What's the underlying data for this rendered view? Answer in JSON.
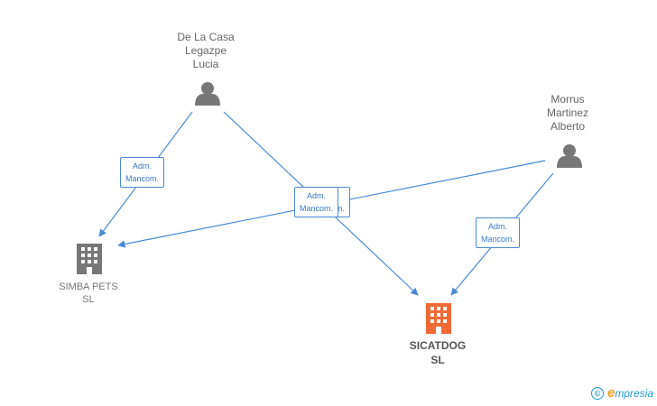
{
  "colors": {
    "edge": "#4a8ad4",
    "person_icon": "#777777",
    "company_icon_grey": "#777777",
    "company_icon_main": "#f06a35",
    "watermark_blue": "#1f9bd1",
    "watermark_orange": "#f39a1d"
  },
  "persons": {
    "de_la_casa": {
      "line1": "De La Casa",
      "line2": "Legazpe",
      "line3": "Lucia",
      "icon": "person-icon"
    },
    "morrus": {
      "line1": "Morrus",
      "line2": "Martinez",
      "line3": "Alberto",
      "icon": "person-icon"
    }
  },
  "companies": {
    "simba": {
      "line1": "SIMBA PETS",
      "line2": "SL",
      "icon": "building-icon"
    },
    "sicatdog": {
      "line1": "SICATDOG",
      "line2": "SL",
      "icon": "building-icon"
    }
  },
  "edge_labels": {
    "lucia_simba": {
      "line1": "Adm.",
      "line2": "Mancom."
    },
    "middle_a": {
      "line1": "Adm.",
      "line2": "Mancom."
    },
    "middle_b": {
      "line1": "Adm.",
      "line2": "Mancom."
    },
    "morrus_sicatdog": {
      "line1": "Adm.",
      "line2": "Mancom."
    }
  },
  "watermark": {
    "symbol": "©",
    "brand_initial": "e",
    "brand_rest": "mpresia"
  }
}
